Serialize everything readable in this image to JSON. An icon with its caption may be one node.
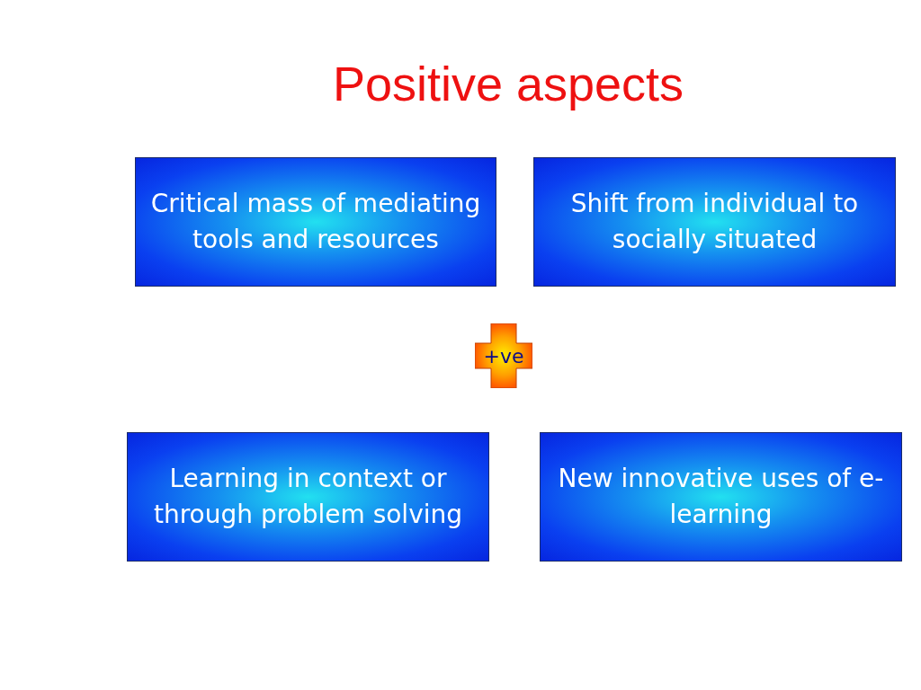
{
  "diagram": {
    "title": "Positive aspects",
    "nodes": [
      {
        "text": [
          "Critical mass of mediating tools and resources"
        ]
      },
      {
        "text": [
          "Shift from individual to socially situated"
        ]
      },
      {
        "text": [
          "+ve"
        ]
      },
      {
        "text": [
          "Learning in context or through problem solving"
        ]
      },
      {
        "text": [
          "New innovative uses of e-learning"
        ]
      }
    ]
  }
}
